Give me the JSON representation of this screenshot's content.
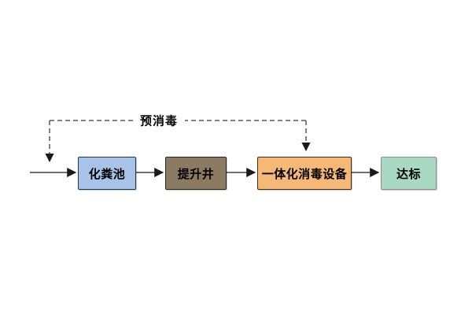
{
  "diagram": {
    "type": "process-flow",
    "pre_disinfection_label": "预消毒",
    "nodes": [
      {
        "id": "septic-tank",
        "label": "化粪池",
        "fill": "#a7c4e8",
        "border": "#22354e"
      },
      {
        "id": "lift-well",
        "label": "提升井",
        "fill": "#8b7b62",
        "border": "#2b251b"
      },
      {
        "id": "integrated-disinfection",
        "label": "一体化消毒设备",
        "fill": "#f5b877",
        "border": "#3a2d15"
      },
      {
        "id": "compliant-discharge",
        "label": "达标",
        "fill": "#a9d8c3",
        "border": "#8c8c8c"
      }
    ],
    "edges": [
      {
        "from": "inlet",
        "to": "septic-tank",
        "style": "solid-arrow"
      },
      {
        "from": "septic-tank",
        "to": "lift-well",
        "style": "solid-arrow"
      },
      {
        "from": "lift-well",
        "to": "integrated-disinfection",
        "style": "solid-arrow"
      },
      {
        "from": "integrated-disinfection",
        "to": "compliant-discharge",
        "style": "solid-arrow"
      },
      {
        "from": "pre-disinfection",
        "to": "inlet",
        "style": "dashed-arrow"
      },
      {
        "from": "pre-disinfection",
        "to": "integrated-disinfection",
        "style": "dashed-arrow"
      }
    ],
    "colors": {
      "solid_line": "#404040",
      "dashed_line": "#595959",
      "arrowhead": "#1a1a1a",
      "background": "#ffffff",
      "text": "#000000"
    }
  }
}
